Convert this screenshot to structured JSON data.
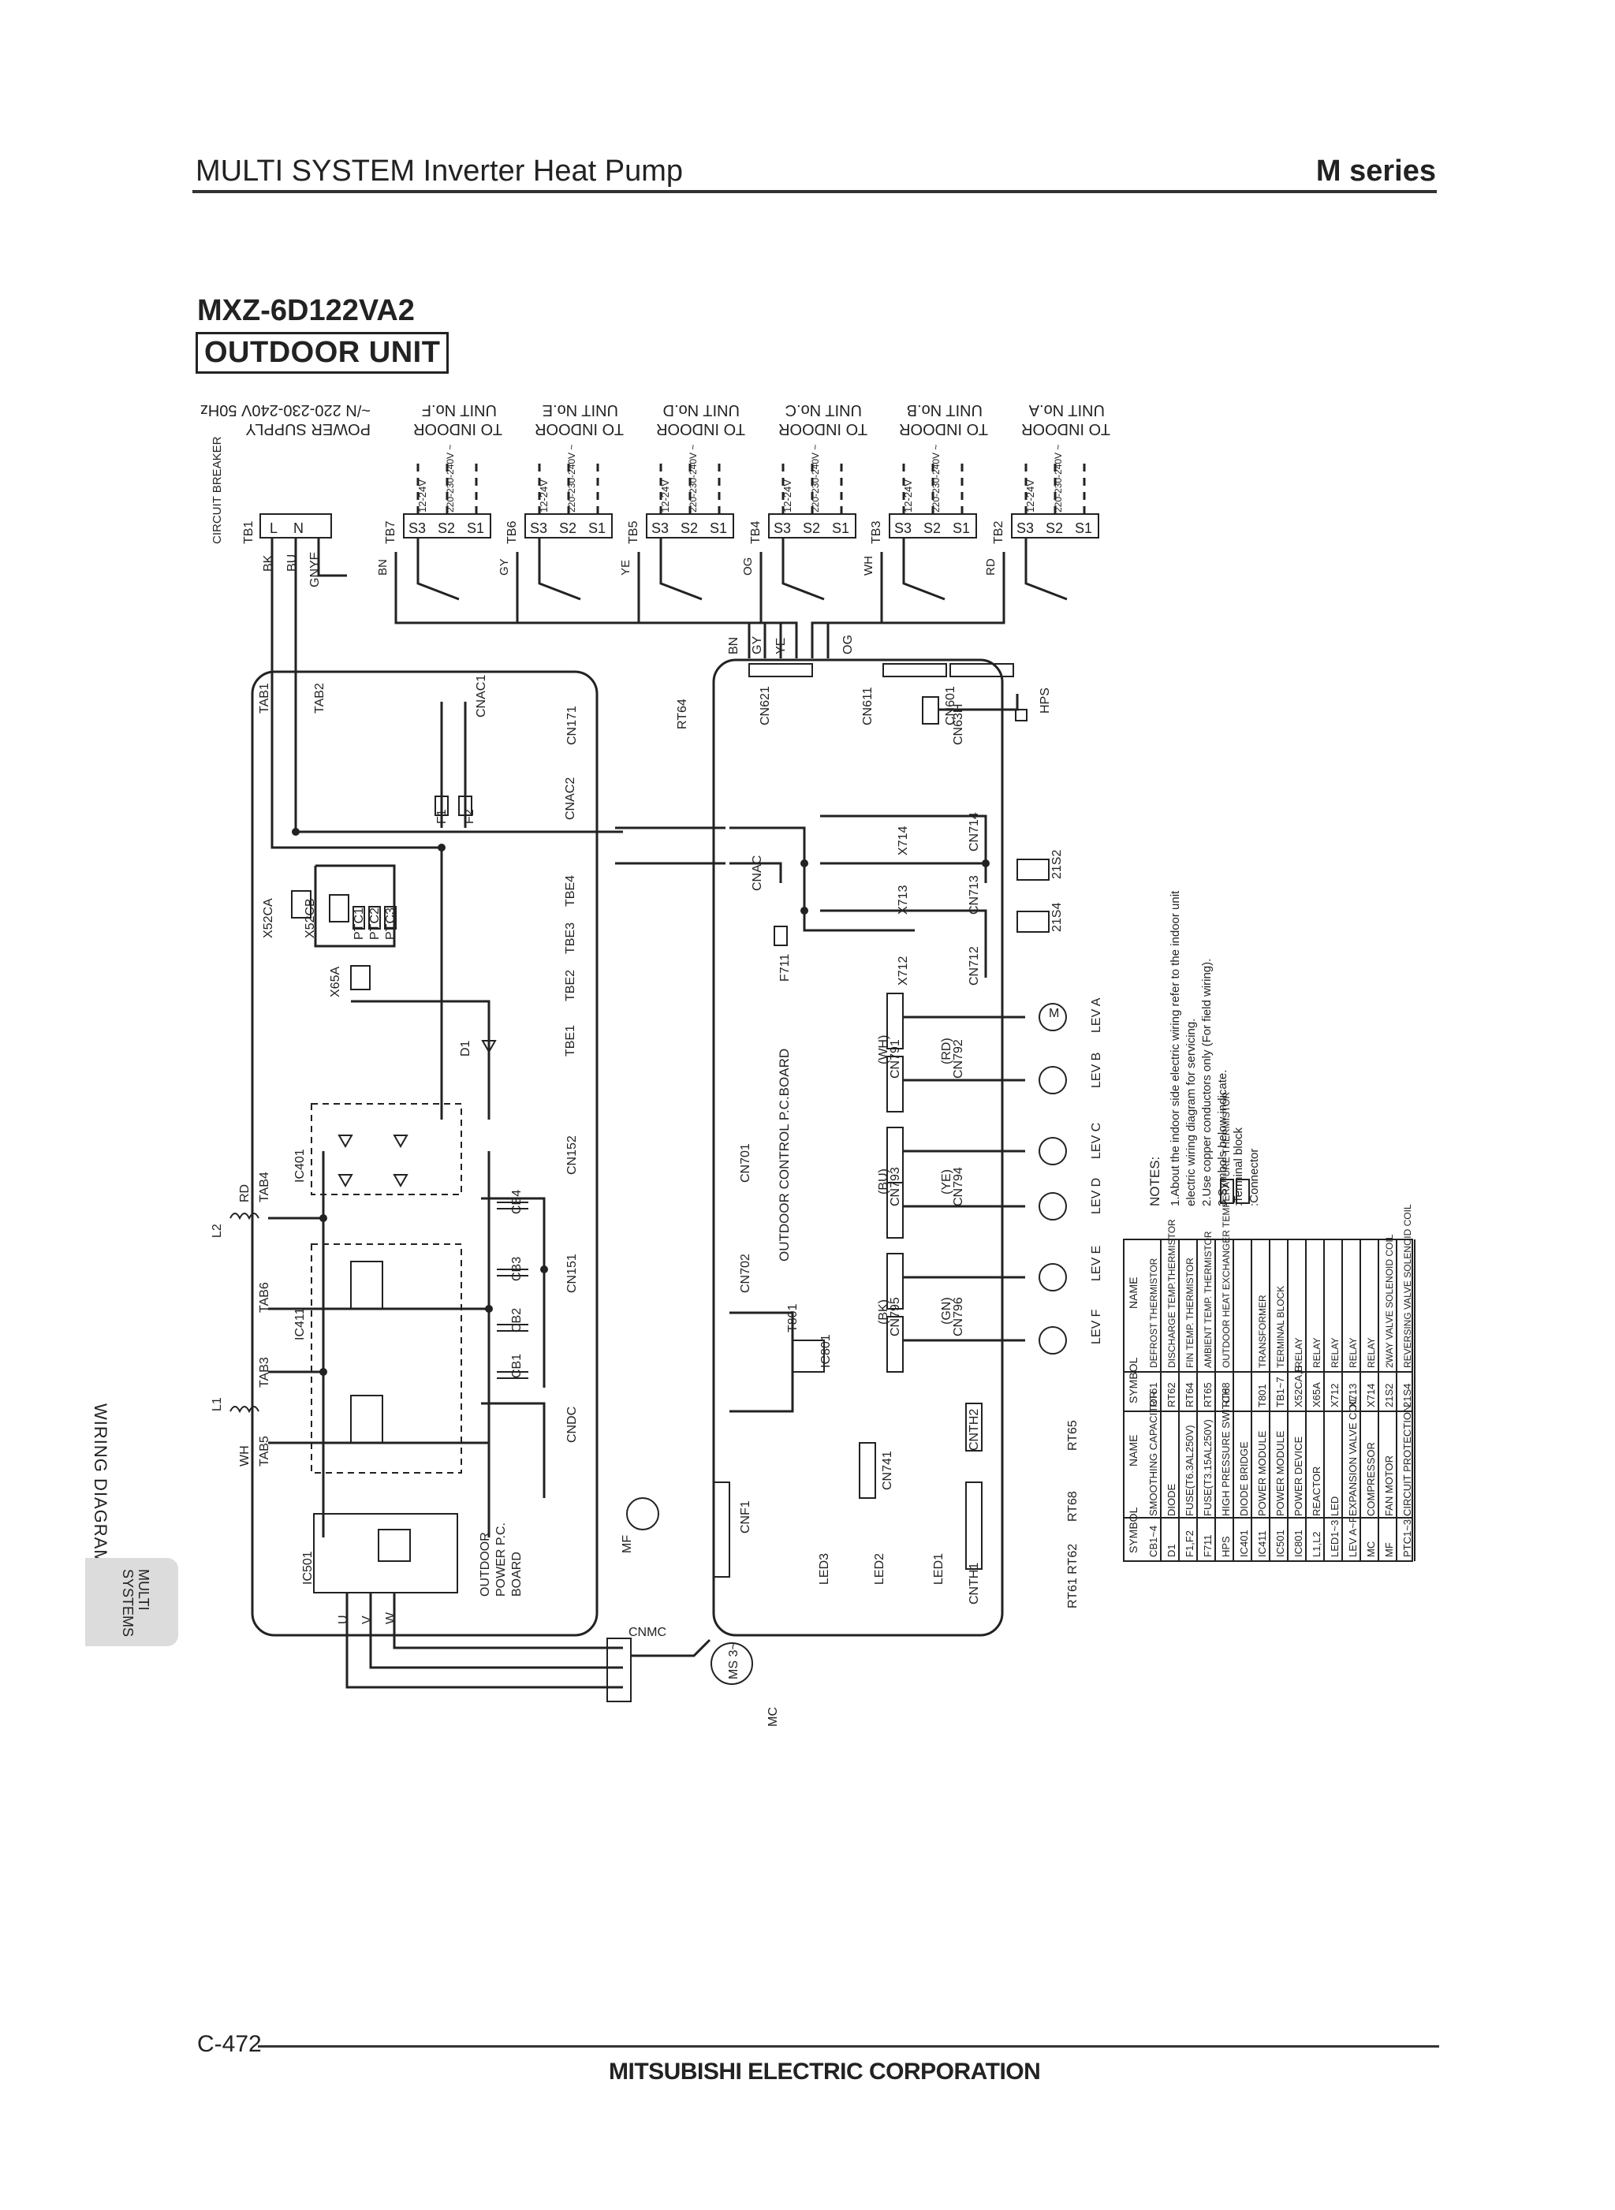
{
  "header": {
    "title": "MULTI SYSTEM Inverter Heat Pump",
    "series": "M series"
  },
  "model": "MXZ-6D122VA2",
  "unit_type": "OUTDOOR UNIT",
  "side_label": "WIRING DIAGRAM",
  "side_tab": "MULTI\nSYSTEMS",
  "footer": {
    "page": "C-472",
    "company": "MITSUBISHI ELECTRIC CORPORATION"
  },
  "supply": {
    "line1": "POWER SUPPLY",
    "line2": "~/N 220-230-240V 50Hz",
    "breaker": "CIRCUIT BREAKER"
  },
  "indoor_units": [
    {
      "line1": "TO INDOOR",
      "line2": "UNIT No.F",
      "tb": "TB7",
      "wire": "BN"
    },
    {
      "line1": "TO INDOOR",
      "line2": "UNIT No.E",
      "tb": "TB6",
      "wire": "GY"
    },
    {
      "line1": "TO INDOOR",
      "line2": "UNIT No.D",
      "tb": "TB5",
      "wire": "YE"
    },
    {
      "line1": "TO INDOOR",
      "line2": "UNIT No.C",
      "tb": "TB4",
      "wire": "OG"
    },
    {
      "line1": "TO INDOOR",
      "line2": "UNIT No.B",
      "tb": "TB3",
      "wire": "WH"
    },
    {
      "line1": "TO INDOOR",
      "line2": "UNIT No.A",
      "tb": "TB2",
      "wire": "RD"
    }
  ],
  "terminal_labels": {
    "s1": "S1",
    "s2": "S2",
    "s3": "S3",
    "v_dc": "12-24V",
    "v_ac": "220-230-240V ~"
  },
  "board_labels": {
    "power_board": [
      "OUTDOOR",
      "POWER P.C.",
      "BOARD"
    ],
    "control_board": "OUTDOOR CONTROL P.C.BOARD"
  },
  "components": [
    "TB1",
    "L",
    "N",
    "BK",
    "BU",
    "GNYE",
    "TAB1",
    "TAB2",
    "CNAC1",
    "CNAC2",
    "F1",
    "F2",
    "X52CA",
    "X52CB",
    "PTC1",
    "PTC2",
    "PTC3",
    "X65A",
    "TBE1",
    "TBE2",
    "TBE3",
    "TBE4",
    "D1",
    "IC401",
    "IC411",
    "IC501",
    "TAB3",
    "TAB4",
    "TAB5",
    "TAB6",
    "L1",
    "L2",
    "RD",
    "WH",
    "CB1",
    "CB2",
    "CB3",
    "CB4",
    "CN151",
    "CN152",
    "CN171",
    "RT64",
    "CNDC",
    "CNMC",
    "U",
    "V",
    "W",
    "MS 3~",
    "MC",
    "CN621",
    "CN611",
    "CN601",
    "CN63H",
    "HPS",
    "CNAC",
    "F711",
    "CN701",
    "CN702",
    "CN712",
    "CN713",
    "CN714",
    "X712",
    "X713",
    "X714",
    "21S2",
    "21S4",
    "CN791",
    "CN792",
    "CN793",
    "CN794",
    "CN795",
    "CN796",
    "LEV A",
    "LEV B",
    "LEV C",
    "LEV D",
    "LEV E",
    "LEV F",
    "T801",
    "IC801",
    "CNF1",
    "MF",
    "CN741",
    "LED1",
    "LED2",
    "LED3",
    "CNTH1",
    "CNTH2",
    "RT61 RT62",
    "RT65",
    "RT68",
    "(WH)",
    "(RD)",
    "(BU)",
    "(YE)",
    "(BK)",
    "(GN)",
    "BN",
    "GY",
    "YE",
    "OG",
    "M"
  ],
  "notes": {
    "title": "NOTES:",
    "items": [
      "1.About the indoor side electric wiring refer to the indoor unit",
      "   electric wiring diagram for servicing.",
      "2.Use copper conductors only (For field wiring).",
      "3.Symbols below indicate.",
      "      :Terminal block",
      "      :Connector"
    ]
  },
  "legend": {
    "headers": [
      "SYMBOL",
      "NAME"
    ],
    "rows": [
      [
        "CB1~4",
        "SMOOTHING CAPACITOR",
        "RT61",
        "DEFROST THERMISTOR"
      ],
      [
        "D1",
        "DIODE",
        "RT62",
        "DISCHARGE TEMP.THERMISTOR"
      ],
      [
        "F1,F2",
        "FUSE(T6.3AL250V)",
        "RT64",
        "FIN TEMP. THERMISTOR"
      ],
      [
        "F711",
        "FUSE(T3.15AL250V)",
        "RT65",
        "AMBIENT TEMP. THERMISTOR"
      ],
      [
        "HPS",
        "HIGH PRESSURE SWITCH",
        "RT68",
        "OUTDOOR HEAT EXCHANGER TEMPERATURE THERMISTOR"
      ],
      [
        "IC401",
        "DIODE BRIDGE",
        "",
        ""
      ],
      [
        "IC411",
        "POWER MODULE",
        "T801",
        "TRANSFORMER"
      ],
      [
        "IC501",
        "POWER MODULE",
        "TB1~7",
        "TERMINAL BLOCK"
      ],
      [
        "IC801",
        "POWER DEVICE",
        "X52CA,B",
        "RELAY"
      ],
      [
        "L1,L2",
        "REACTOR",
        "X65A",
        "RELAY"
      ],
      [
        "LED1~3",
        "LED",
        "X712",
        "RELAY"
      ],
      [
        "LEV A~F",
        "EXPANSION VALVE COIL",
        "X713",
        "RELAY"
      ],
      [
        "MC",
        "COMPRESSOR",
        "X714",
        "RELAY"
      ],
      [
        "MF",
        "FAN MOTOR",
        "21S2",
        "2WAY VALVE SOLENOID COIL"
      ],
      [
        "PTC1~3",
        "CIRCUIT PROTECTION",
        "21S4",
        "REVERSING VALVE SOLENOID COIL"
      ]
    ]
  }
}
